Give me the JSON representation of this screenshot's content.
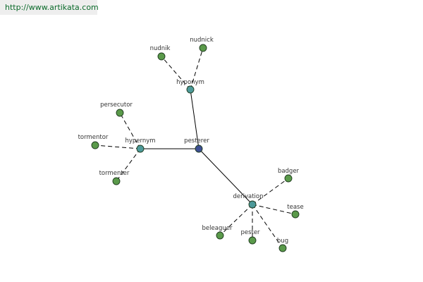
{
  "source": {
    "url": "http://www.artikata.com"
  },
  "graph": {
    "center": {
      "label": "pesterer",
      "color": "#3d4f93"
    },
    "relations": [
      {
        "label": "hyponym",
        "color": "#4d9a9a",
        "terms": [
          "nudnik",
          "nudnick"
        ]
      },
      {
        "label": "hypernym",
        "color": "#4d9a9a",
        "terms": [
          "persecutor",
          "tormentor",
          "tormenter"
        ]
      },
      {
        "label": "derivation",
        "color": "#4d9a9a",
        "terms": [
          "badger",
          "tease",
          "bug",
          "pester",
          "beleaguer"
        ]
      }
    ],
    "term_color": "#5a9a4a"
  }
}
